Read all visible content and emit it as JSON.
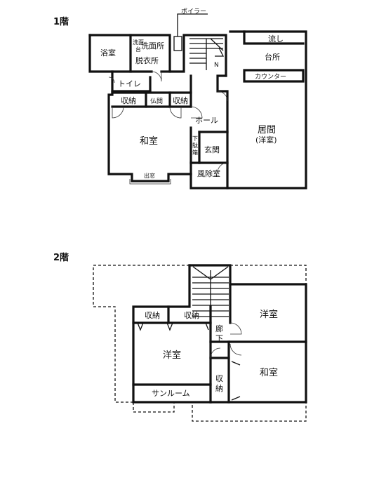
{
  "floor1": {
    "title": "1階",
    "boiler": "ボイラー",
    "bath": "浴室",
    "washstand_a": "洗面",
    "washstand_b": "台",
    "washroom": "洗面所",
    "dressing": "脱衣所",
    "toilet": "トイレ",
    "storage_left": "収納",
    "butsuma": "仏間",
    "storage_right": "収納",
    "washitsu": "和室",
    "demado": "出窓",
    "hall": "ホール",
    "shoe_box_a": "下",
    "shoe_box_b": "駄",
    "shoe_box_c": "箱",
    "genkan": "玄関",
    "windbreak": "風除室",
    "sink": "流し",
    "kitchen": "台所",
    "counter": "カウンター",
    "living": "居間",
    "living_sub": "(洋室)"
  },
  "floor2": {
    "title": "2階",
    "storage_a": "収納",
    "storage_b": "収納",
    "youshitsu_left": "洋室",
    "sunroom": "サンルーム",
    "corridor_a": "廊",
    "corridor_b": "下",
    "storage_c_a": "収",
    "storage_c_b": "納",
    "youshitsu_right": "洋室",
    "washitsu": "和室"
  }
}
